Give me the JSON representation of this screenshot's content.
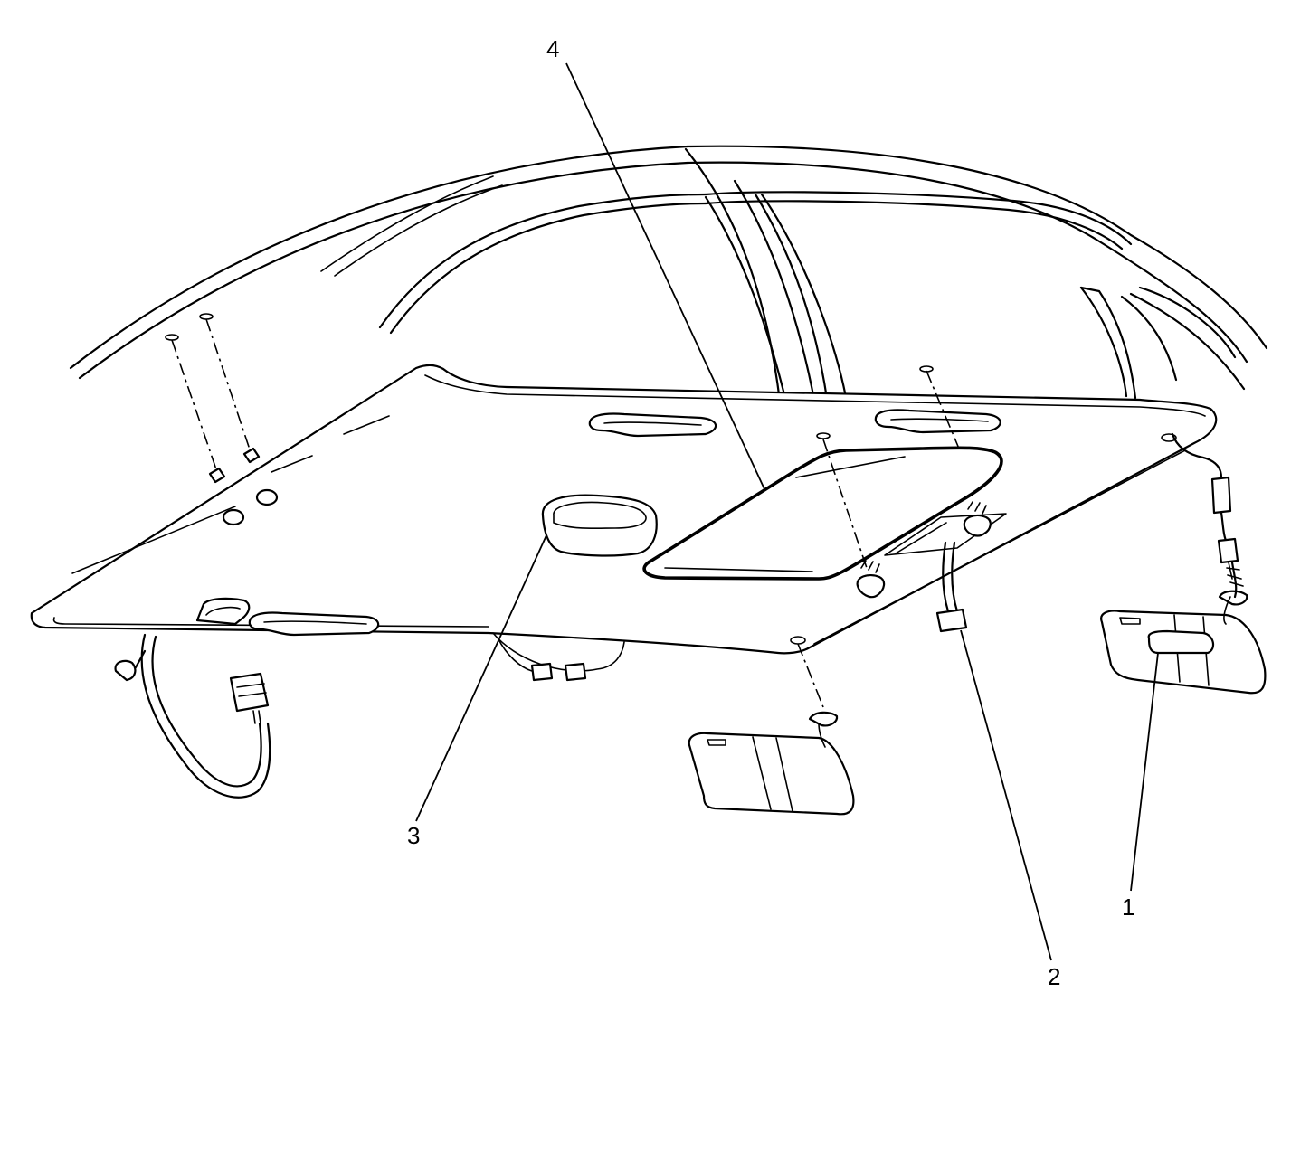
{
  "callouts": {
    "item_1": "1",
    "item_2": "2",
    "item_3": "3",
    "item_4": "4"
  },
  "colors": {
    "line": "#000000",
    "background": "#ffffff"
  }
}
